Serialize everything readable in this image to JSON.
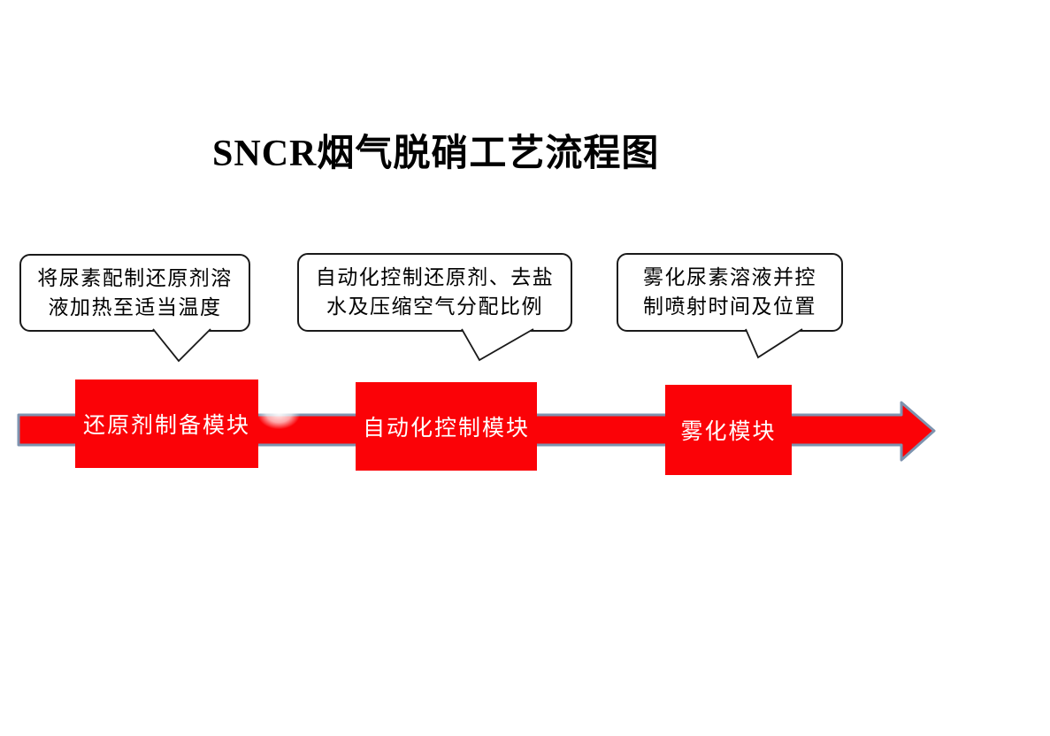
{
  "title": "SNCR烟气脱硝工艺流程图",
  "callouts": [
    {
      "id": "reducer-prep-note",
      "lines": [
        "将尿素配制还原剂溶",
        "液加热至适当温度"
      ]
    },
    {
      "id": "auto-control-note",
      "lines": [
        "自动化控制还原剂、去盐",
        "水及压缩空气分配比例"
      ]
    },
    {
      "id": "atomizing-note",
      "lines": [
        "雾化尿素溶液并控",
        "制喷射时间及位置"
      ]
    }
  ],
  "modules": [
    {
      "label": "还原剂制备模块"
    },
    {
      "label": "自动化控制模块"
    },
    {
      "label": "雾化模块"
    }
  ],
  "colors": {
    "red": "#fb0207",
    "arrow_outline": "#7d93af",
    "callout_outline": "#1a1a1a"
  }
}
